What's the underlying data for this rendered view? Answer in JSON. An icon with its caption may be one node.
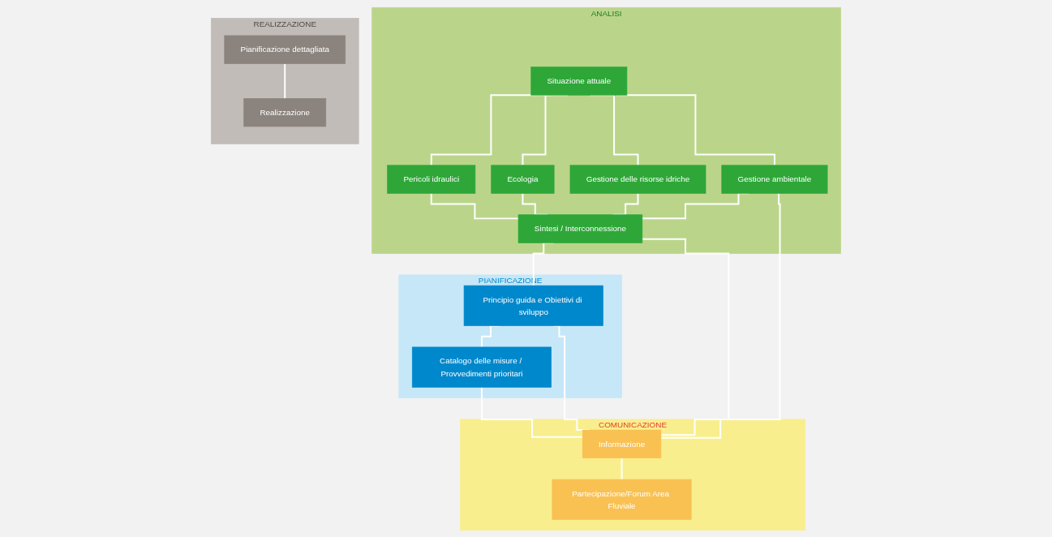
{
  "diagram": {
    "nodes": [
      {
        "text": [
          "ANALISI"
        ]
      },
      {
        "text": [
          "Situazione attuale"
        ],
        "in": 0
      },
      {
        "text": [
          "Pericoli idraulici"
        ],
        "in": 0
      },
      {
        "text": [
          "Ecologia"
        ],
        "in": 0
      },
      {
        "text": [
          "Gestione delle risorse idriche"
        ],
        "in": 0
      },
      {
        "text": [
          "Gestione ambientale"
        ],
        "in": 0
      },
      {
        "text": [
          "Sintesi / Interconnessione"
        ],
        "in": 0
      },
      {
        "text": [
          "PIANIFICAZIONE"
        ]
      },
      {
        "text": [
          "Principio guida e Obiettivi di sviluppo"
        ],
        "in": 7
      },
      {
        "text": [
          "Catalogo delle misure / Provvedimenti prioritari"
        ],
        "in": 7
      },
      {
        "text": [
          "REALIZZAZIONE"
        ]
      },
      {
        "text": [
          "Pianificazione dettagliata"
        ],
        "in": 10
      },
      {
        "text": [
          "Realizzazione"
        ],
        "in": 10
      },
      {
        "text": [
          "COMUNICAZIONE"
        ]
      },
      {
        "text": [
          "Informazione"
        ],
        "in": 13
      },
      {
        "text": [
          "Partecipazione/Forum Area Fluviale"
        ],
        "in": 13
      }
    ],
    "edges": [
      {
        "from": 1,
        "to": 2,
        "arrow": "none"
      },
      {
        "from": 1,
        "to": 3,
        "arrow": "none"
      },
      {
        "from": 1,
        "to": 4,
        "arrow": "none"
      },
      {
        "from": 1,
        "to": 5,
        "arrow": "none"
      },
      {
        "from": 2,
        "to": 6,
        "arrow": "none"
      },
      {
        "from": 3,
        "to": 6,
        "arrow": "none"
      },
      {
        "from": 4,
        "to": 6,
        "arrow": "none"
      },
      {
        "from": 5,
        "to": 6,
        "arrow": "none"
      },
      {
        "from": 6,
        "to": 8,
        "arrow": "none"
      },
      {
        "from": 8,
        "to": 9,
        "arrow": "none"
      },
      {
        "from": 11,
        "to": 12,
        "arrow": "none"
      },
      {
        "from": 5,
        "to": 14,
        "arrow": "none"
      },
      {
        "from": 6,
        "to": 14,
        "arrow": "none"
      },
      {
        "from": 8,
        "to": 14,
        "arrow": "none"
      },
      {
        "from": 9,
        "to": 14,
        "arrow": "none"
      },
      {
        "from": 14,
        "to": 15,
        "arrow": "none"
      }
    ]
  }
}
